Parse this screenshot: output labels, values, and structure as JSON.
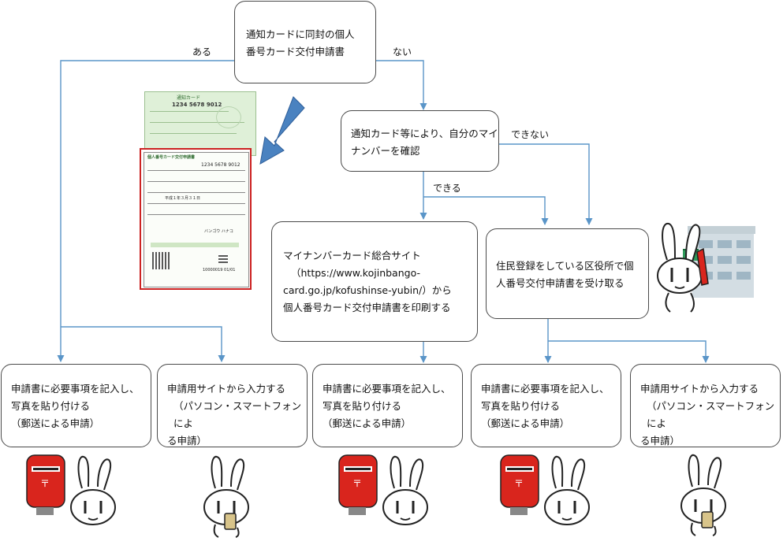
{
  "nodes": {
    "top": [
      "通知カードに同封の個人",
      "番号カード交付申請書"
    ],
    "check": [
      "通知カード等により、自分のマイ",
      "ナンバーを確認"
    ],
    "site": [
      "マイナンバーカード総合サイト",
      "（https://www.kojinbango-",
      "card.go.jp/kofushinse-yubin/）から",
      "個人番号カード交付申請書を印刷する"
    ],
    "ward": [
      "住民登録をしている区役所で個",
      "人番号交付申請書を受け取る"
    ],
    "mail": [
      "申請書に必要事項を記入し、",
      "写真を貼り付ける",
      "（郵送による申請）"
    ],
    "online": [
      "申請用サイトから入力する",
      "（パソコン・スマートフォンによ",
      "る申請）"
    ]
  },
  "edge_labels": {
    "yes": "ある",
    "no": "ない",
    "can": "できる",
    "cannot": "できない"
  },
  "card_image": {
    "notice_header": "通知カード",
    "number": "1234 5678 9012",
    "form_title": "個人番号カード交付申請書",
    "form_number": "1234 5678 9012",
    "form_date": "平成１年３月３１日",
    "form_kana": "バンゴウ ハナコ",
    "form_code": "10000019 01/01"
  },
  "colors": {
    "line": "#5a95c8",
    "arrow_fill": "#4a82c0",
    "card_border": "#cc2222",
    "postbox": "#d9251d",
    "building": "#d3dde3"
  }
}
